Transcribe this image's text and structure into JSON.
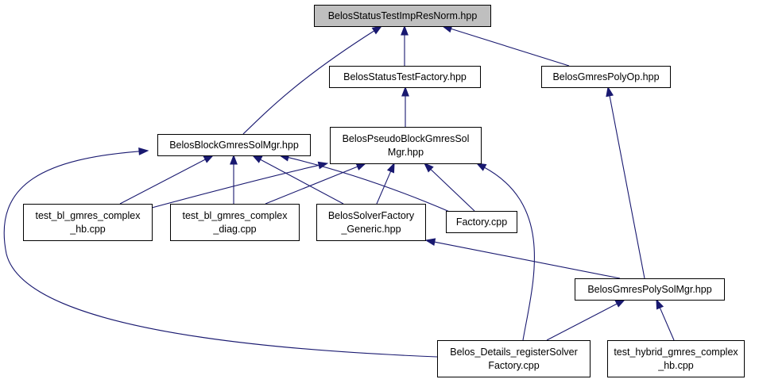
{
  "colors": {
    "edge": "#191970",
    "node_border": "#000000",
    "node_fill": "#ffffff",
    "root_fill": "#bfbfbf"
  },
  "nodes": [
    {
      "id": "root",
      "lines": [
        "BelosStatusTestImpResNorm.hpp"
      ],
      "root": true
    },
    {
      "id": "factory_hpp",
      "lines": [
        "BelosStatusTestFactory.hpp"
      ]
    },
    {
      "id": "polyop",
      "lines": [
        "BelosGmresPolyOp.hpp"
      ]
    },
    {
      "id": "blockgmres",
      "lines": [
        "BelosBlockGmresSolMgr.hpp"
      ]
    },
    {
      "id": "pseudoblock",
      "lines": [
        "BelosPseudoBlockGmresSol",
        "Mgr.hpp"
      ]
    },
    {
      "id": "test_hb",
      "lines": [
        "test_bl_gmres_complex",
        "_hb.cpp"
      ]
    },
    {
      "id": "test_diag",
      "lines": [
        "test_bl_gmres_complex",
        "_diag.cpp"
      ]
    },
    {
      "id": "solverfactory",
      "lines": [
        "BelosSolverFactory",
        "_Generic.hpp"
      ]
    },
    {
      "id": "factory_cpp",
      "lines": [
        "Factory.cpp"
      ]
    },
    {
      "id": "polysolmgr",
      "lines": [
        "BelosGmresPolySolMgr.hpp"
      ]
    },
    {
      "id": "register",
      "lines": [
        "Belos_Details_registerSolver",
        "Factory.cpp"
      ]
    },
    {
      "id": "hybrid",
      "lines": [
        "test_hybrid_gmres_complex",
        "_hb.cpp"
      ]
    }
  ],
  "edges": [
    {
      "from": "factory_hpp",
      "to": "root"
    },
    {
      "from": "polyop",
      "to": "root"
    },
    {
      "from": "blockgmres",
      "to": "root"
    },
    {
      "from": "pseudoblock",
      "to": "factory_hpp"
    },
    {
      "from": "polysolmgr",
      "to": "polyop"
    },
    {
      "from": "test_hb",
      "to": "blockgmres"
    },
    {
      "from": "test_diag",
      "to": "blockgmres"
    },
    {
      "from": "solverfactory",
      "to": "blockgmres"
    },
    {
      "from": "factory_cpp",
      "to": "blockgmres"
    },
    {
      "from": "register",
      "to": "blockgmres"
    },
    {
      "from": "test_hb",
      "to": "pseudoblock"
    },
    {
      "from": "test_diag",
      "to": "pseudoblock"
    },
    {
      "from": "solverfactory",
      "to": "pseudoblock"
    },
    {
      "from": "factory_cpp",
      "to": "pseudoblock"
    },
    {
      "from": "register",
      "to": "pseudoblock"
    },
    {
      "from": "polysolmgr",
      "to": "solverfactory"
    },
    {
      "from": "register",
      "to": "polysolmgr"
    },
    {
      "from": "hybrid",
      "to": "polysolmgr"
    }
  ]
}
